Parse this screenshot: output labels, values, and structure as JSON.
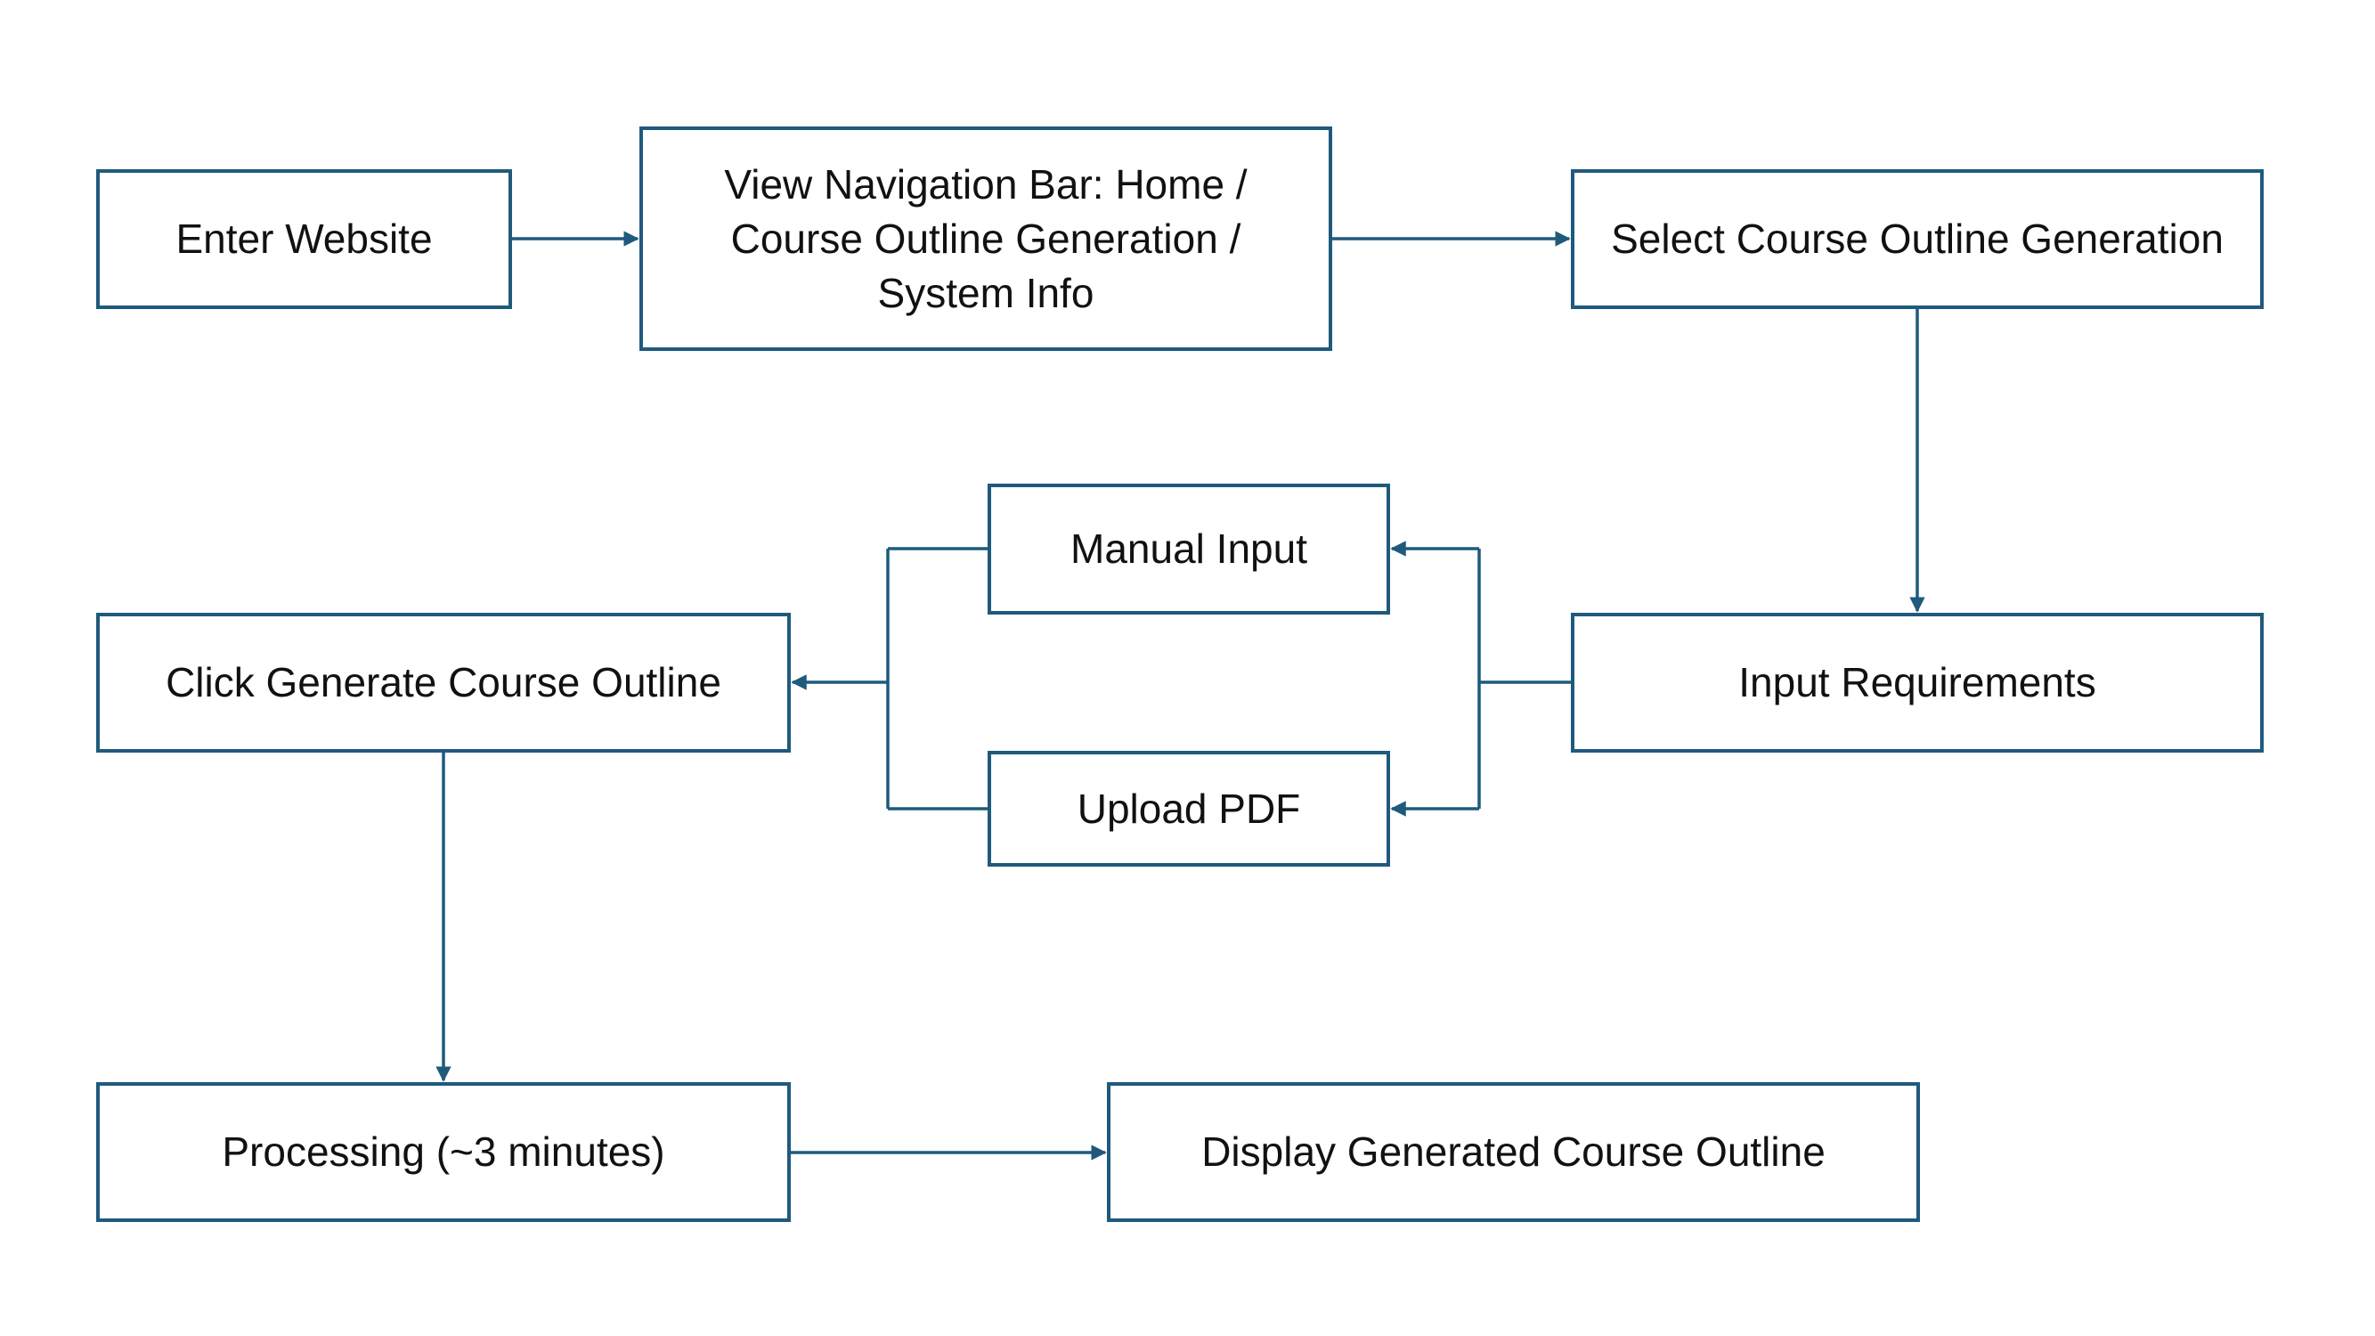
{
  "colors": {
    "line": "#1f5a7d",
    "box_border": "#1f5a7d",
    "text": "#111111",
    "background": "#ffffff"
  },
  "nodes": {
    "enter_website": "Enter Website",
    "view_nav": [
      "View Navigation Bar: Home /",
      "Course Outline Generation /",
      "System Info"
    ],
    "select_generation": "Select Course Outline Generation",
    "manual_input": "Manual Input",
    "upload_pdf": "Upload PDF",
    "input_requirements": "Input Requirements",
    "click_generate": "Click Generate Course Outline",
    "processing": "Processing (~3 minutes)",
    "display_outline": "Display Generated Course Outline"
  }
}
